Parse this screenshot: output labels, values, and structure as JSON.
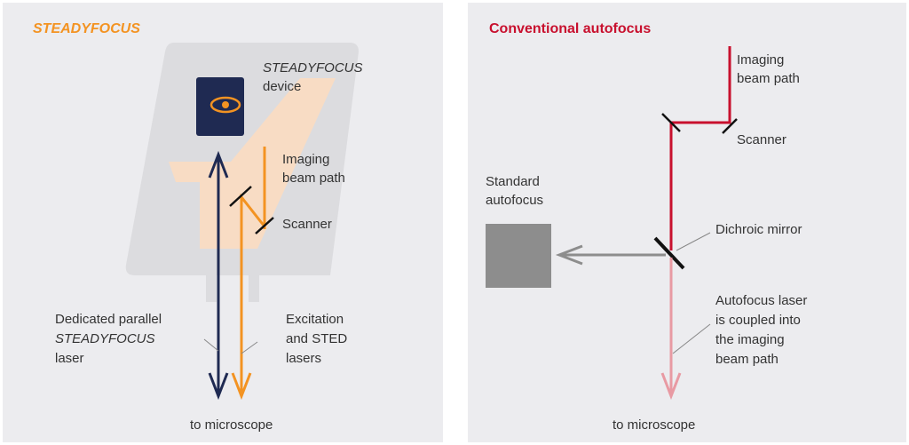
{
  "colors": {
    "panel_bg": "#ececef",
    "steadyfocus_orange": "#f39322",
    "conventional_red": "#c8102e",
    "navy": "#1f2a52",
    "gray_box": "#8d8d8d",
    "pink": "#e89aa3"
  },
  "left": {
    "title": "STEADYFOCUS",
    "device_label_line1": "STEADYFOCUS",
    "device_label_line2": "device",
    "device_icon": "eye-icon",
    "imaging_line1": "Imaging",
    "imaging_line2": "beam path",
    "scanner": "Scanner",
    "dedicated_line1": "Dedicated parallel",
    "dedicated_line2": "STEADYFOCUS",
    "dedicated_line3": "laser",
    "excitation_line1": "Excitation",
    "excitation_line2": "and STED",
    "excitation_line3": "lasers",
    "to_microscope": "to microscope"
  },
  "right": {
    "title": "Conventional autofocus",
    "imaging_line1": "Imaging",
    "imaging_line2": "beam path",
    "scanner": "Scanner",
    "standard_line1": "Standard",
    "standard_line2": "autofocus",
    "dichroic": "Dichroic mirror",
    "autofocus_line1": "Autofocus laser",
    "autofocus_line2": "is coupled into",
    "autofocus_line3": "the imaging",
    "autofocus_line4": "beam path",
    "to_microscope": "to microscope"
  }
}
